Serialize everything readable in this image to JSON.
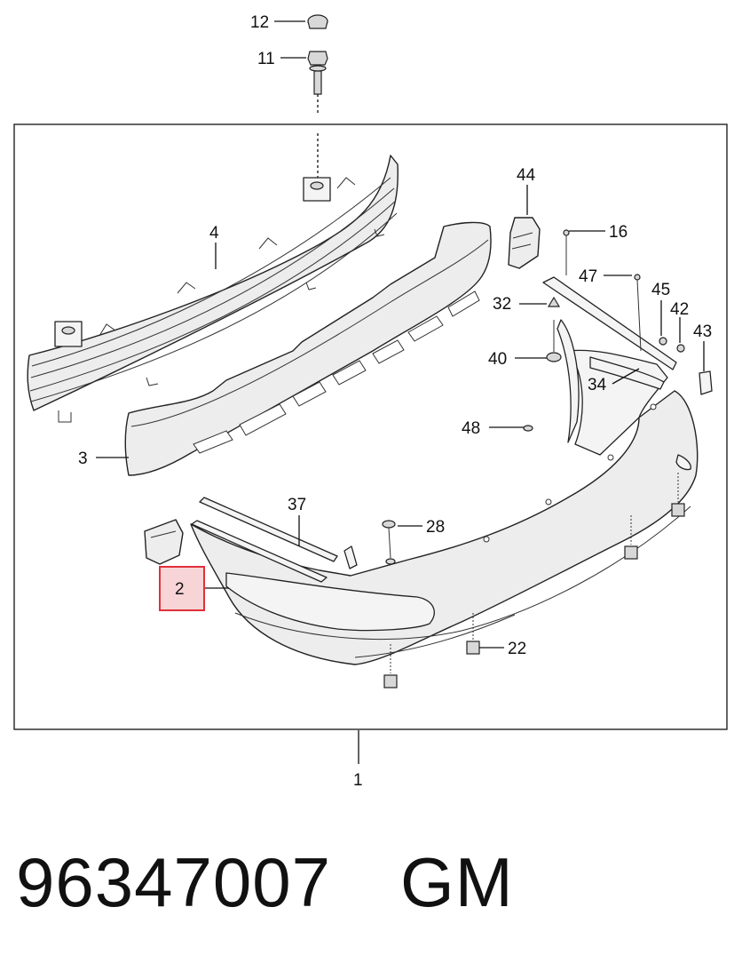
{
  "diagram": {
    "callouts": {
      "c1": "1",
      "c2": "2",
      "c3": "3",
      "c4": "4",
      "c11": "11",
      "c12": "12",
      "c16": "16",
      "c22": "22",
      "c28": "28",
      "c32": "32",
      "c34": "34",
      "c37": "37",
      "c40": "40",
      "c42": "42",
      "c43": "43",
      "c44": "44",
      "c45": "45",
      "c47": "47",
      "c48": "48"
    },
    "highlighted_callout": "2",
    "highlight_color": "#e0303a",
    "highlight_fill": "#f7d4d6"
  },
  "footer": {
    "part_number": "96347007",
    "brand": "GM"
  }
}
